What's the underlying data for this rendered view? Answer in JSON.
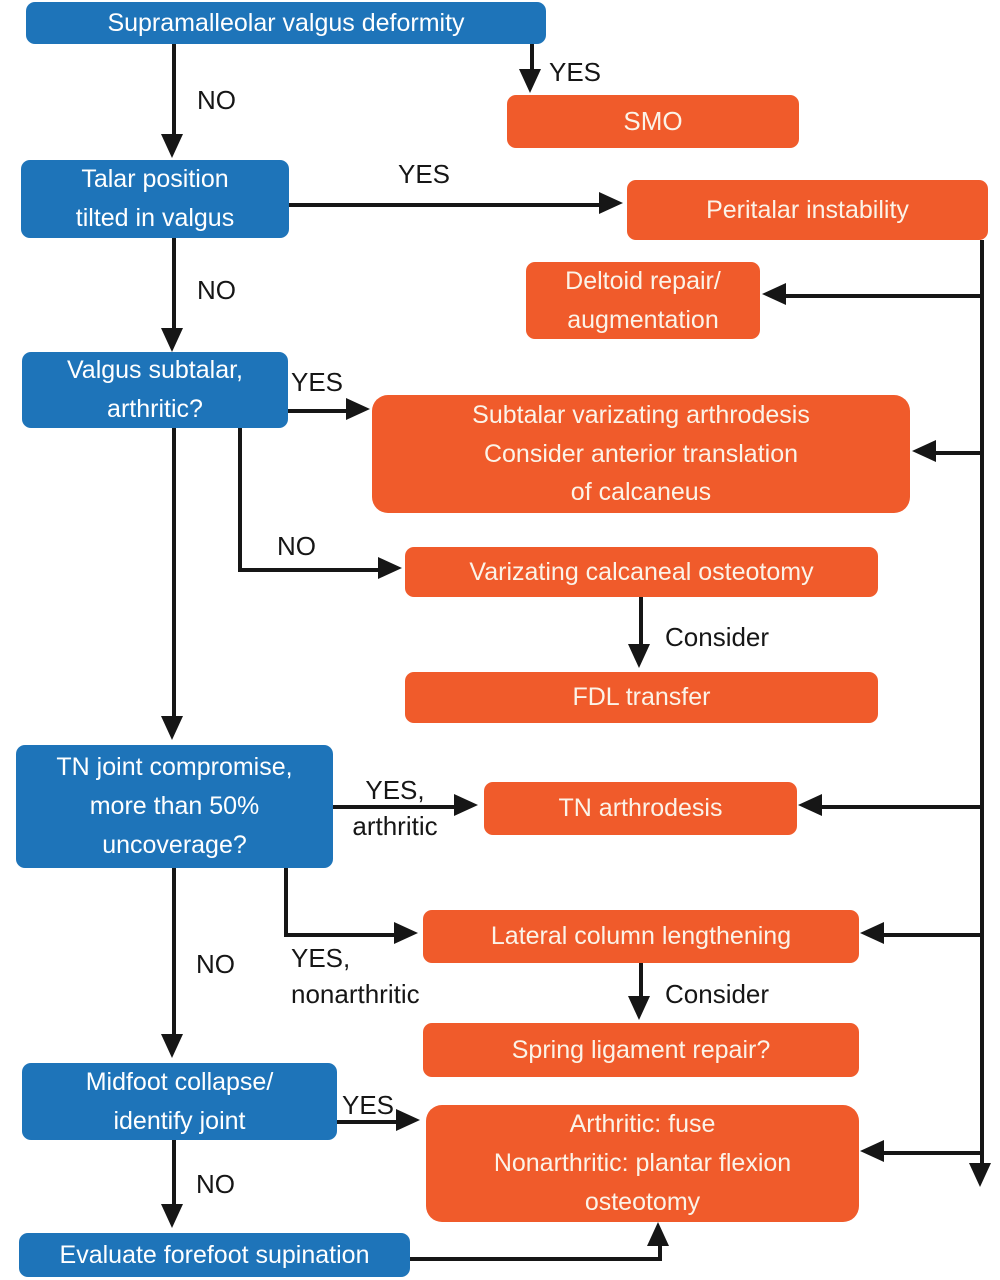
{
  "colors": {
    "decision_blue": "#1e74b9",
    "action_orange": "#f05b2b",
    "line_black": "#161616",
    "text_on_blue": "#ffffff",
    "text_on_orange": "#fbf3e8"
  },
  "nodes": {
    "supramalleolar_valgus_deformity": "Supramalleolar valgus deformity",
    "smo": "SMO",
    "talar_position": "Talar position\ntilted in valgus",
    "peritalar_instability": "Peritalar instability",
    "deltoid_repair": "Deltoid repair/\naugmentation",
    "valgus_subtalar": "Valgus subtalar,\narthritic?",
    "subtalar_varizating_arthrodesis": "Subtalar varizating arthrodesis\nConsider anterior translation\nof calcaneus",
    "varizating_calcaneal_osteotomy": "Varizating calcaneal osteotomy",
    "fdl_transfer": "FDL transfer",
    "tn_joint_compromise": "TN joint compromise,\nmore than 50%\nuncoverage?",
    "tn_arthrodesis": "TN arthrodesis",
    "lateral_column_lengthening": "Lateral column lengthening",
    "spring_ligament_repair": "Spring ligament repair?",
    "midfoot_collapse": "Midfoot collapse/\nidentify joint",
    "arthritic_fuse": "Arthritic: fuse\nNonarthritic: plantar flexion\nosteotomy",
    "evaluate_forefoot_supination": "Evaluate forefoot supination"
  },
  "labels": {
    "no_to_talar": "NO",
    "yes_to_smo": "YES",
    "yes_to_peritalar": "YES",
    "no_to_valgus_subtalar": "NO",
    "yes_to_subtalar_arthrodesis": "YES",
    "no_to_varizating_osteotomy": "NO",
    "consider_fdl": "Consider",
    "yes_arthritic": "YES,\narthritic",
    "no_to_midfoot": "NO",
    "yes_nonarthritic": "YES,\nnonarthritic",
    "consider_spring": "Consider",
    "yes_to_arthritic_fuse": "YES",
    "no_to_evaluate": "NO"
  }
}
